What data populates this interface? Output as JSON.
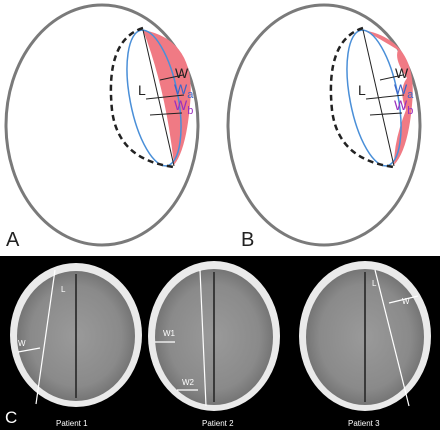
{
  "panels": {
    "a": {
      "letter": "A"
    },
    "b": {
      "letter": "B"
    },
    "c": {
      "letter": "C"
    }
  },
  "diagram_labels": {
    "length": "L",
    "width": "W",
    "width_a": "W",
    "width_a_sub": "a",
    "width_b": "W",
    "width_b_sub": "b"
  },
  "ct_labels": {
    "length": "L",
    "width": "W",
    "width1": "W1",
    "width2": "W2"
  },
  "patients": [
    "Patient 1",
    "Patient 2",
    "Patient 3"
  ],
  "colors": {
    "skull_outline": "#7a7a7a",
    "hematoma_fill": "#f07a84",
    "inner_contour": "#4a8fd8",
    "dashed_line": "#222222",
    "label_blue": "#3b64c8",
    "label_purple": "#9a2fbf"
  }
}
